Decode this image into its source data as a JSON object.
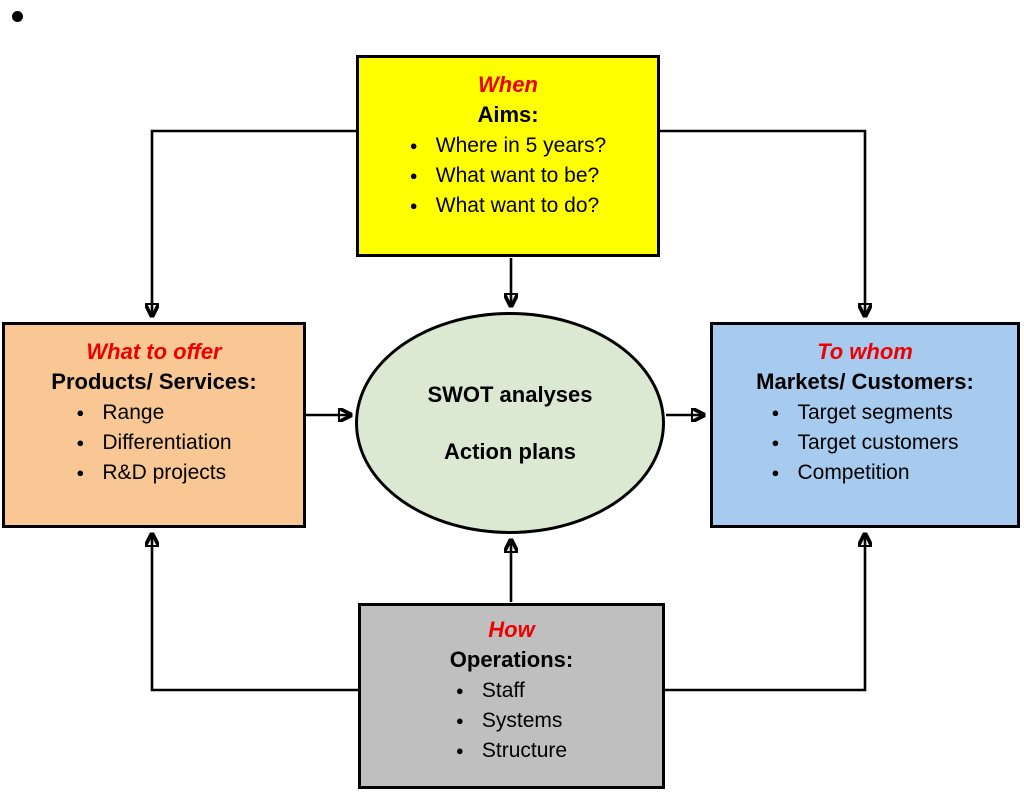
{
  "page": {
    "background": "#FFFFFF"
  },
  "diagram": {
    "bullet_glyph": "●",
    "colors": {
      "title_red": "#ED0000",
      "line_black": "#000000",
      "yellow": "#FFFF00",
      "peach": "#F9C794",
      "blue": "#A6CBEE",
      "gray": "#BFBFBF",
      "green": "#DBE8D2"
    },
    "center": {
      "line1": "SWOT analyses",
      "line2": "Action plans",
      "fill": "#DBE8D2"
    },
    "boxes": {
      "when": {
        "title": "When",
        "subtitle": "Aims:",
        "fill": "#FFFF00",
        "bullets": [
          "Where in 5 years?",
          "What want to be?",
          "What want to do?"
        ]
      },
      "what": {
        "title": "What to offer",
        "subtitle": "Products/ Services:",
        "fill": "#F9C794",
        "bullets": [
          "Range",
          "Differentiation",
          "R&D projects"
        ]
      },
      "whom": {
        "title": "To whom",
        "subtitle": "Markets/ Customers:",
        "fill": "#A6CBEE",
        "bullets": [
          "Target segments",
          "Target customers",
          "Competition"
        ]
      },
      "how": {
        "title": "How",
        "subtitle": "Operations:",
        "fill": "#BFBFBF",
        "bullets": [
          "Staff",
          "Systems",
          "Structure"
        ]
      }
    }
  }
}
